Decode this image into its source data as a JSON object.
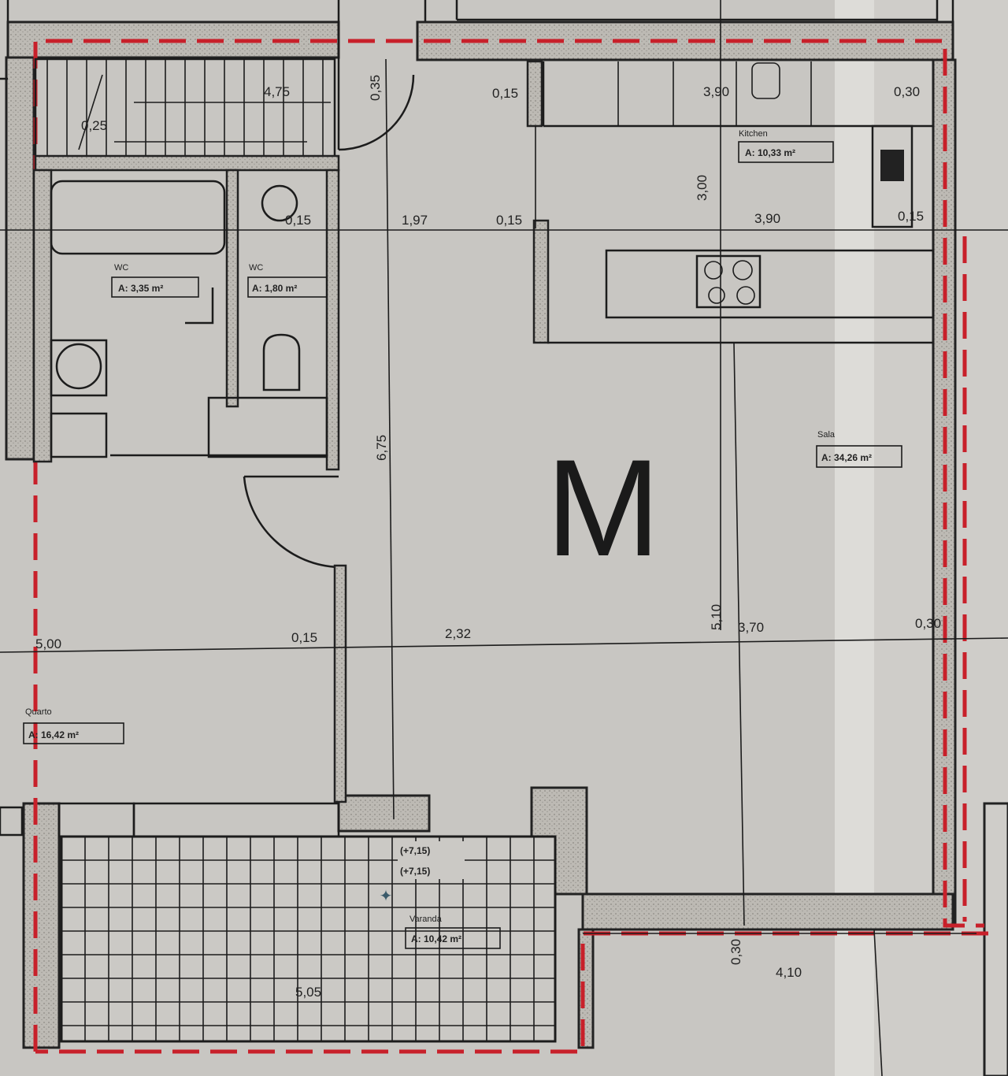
{
  "plan": {
    "unit_label": "M",
    "rooms": [
      {
        "name": "Kitchen",
        "area": "A: 10,33 m²"
      },
      {
        "name": "WC",
        "area": "A: 3,35 m²"
      },
      {
        "name": "WC",
        "area": "A: 1,80 m²"
      },
      {
        "name": "Sala",
        "area": "A: 34,26 m²"
      },
      {
        "name": "Quarto",
        "area": "A: 16,42 m²"
      },
      {
        "name": "Varanda",
        "area": "A: 10,42 m²"
      }
    ],
    "levels": [
      "(+7,15)",
      "(+7,15)"
    ],
    "dimensions": {
      "stairs_width": "4,75",
      "stair_step": "0,25",
      "door_wall": "0,35",
      "kitchen_wall_left": "0,15",
      "kitchen_width_top": "3,90",
      "wall_right_top": "0,30",
      "kitchen_depth": "3,00",
      "wc_wall": "0,15",
      "hall_width": "1,97",
      "kitchen_wall_mid": "0,15",
      "kitchen_width_mid": "3,90",
      "right_wall_mid": "0,15",
      "hall_length": "6,75",
      "bedroom_width": "5,00",
      "bedroom_wall": "0,15",
      "living_left": "2,32",
      "living_depth": "5,10",
      "living_right": "3,70",
      "right_wall_low": "0,30",
      "balcony_width": "5,05",
      "bottom_wall": "0,30",
      "bottom_width": "4,10"
    }
  },
  "colors": {
    "paper": "#c8c6c2",
    "boundary": "#c8202a",
    "ink": "#1c1c1c",
    "wall_fill": "#b7b4ae"
  }
}
